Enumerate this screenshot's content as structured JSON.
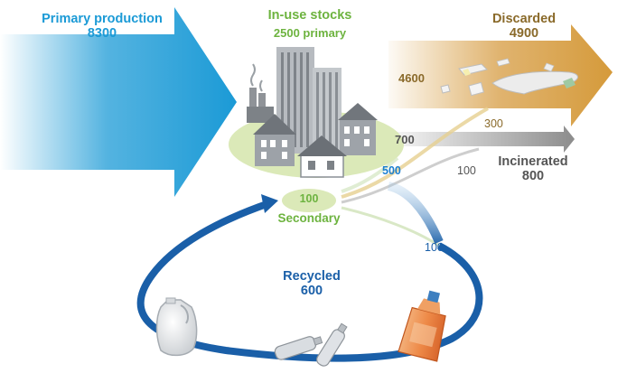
{
  "primary_production": {
    "label": "Primary production",
    "value": "8300"
  },
  "in_use_stocks": {
    "label": "In-use stocks",
    "primary": "2500 primary"
  },
  "secondary": {
    "value": "100",
    "label": "Secondary"
  },
  "discarded": {
    "label": "Discarded",
    "value": "4900",
    "flow_from_stock": "4600",
    "flow_from_secondary": "300"
  },
  "incinerated": {
    "label": "Incinerated",
    "value": "800",
    "flow_from_stock": "700",
    "flow_from_secondary": "100"
  },
  "recycled": {
    "label": "Recycled",
    "value": "600",
    "flow_from_stock": "500",
    "flow_from_secondary": "100"
  },
  "colors": {
    "primary_blue": "#1b9ad6",
    "in_use_green": "#6db33f",
    "discarded_brown": "#d59a3a",
    "incinerated_grey": "#8c8c8c",
    "recycled_blue": "#1a5fa8"
  },
  "icons": [
    "factory-icon",
    "city-buildings-icon",
    "plastic-debris-icon",
    "milk-jug-icon",
    "plastic-bottle-icon",
    "detergent-bottle-icon"
  ]
}
